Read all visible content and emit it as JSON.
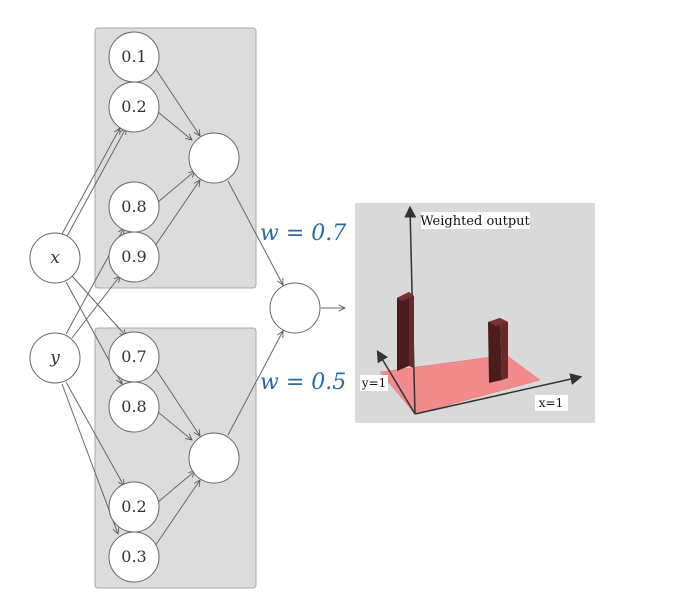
{
  "inputs": {
    "x": "x",
    "y": "y"
  },
  "top_group": {
    "x_nodes": [
      "0.1",
      "0.2"
    ],
    "y_nodes": [
      "0.8",
      "0.9"
    ]
  },
  "bottom_group": {
    "x_nodes": [
      "0.7",
      "0.8"
    ],
    "y_nodes": [
      "0.2",
      "0.3"
    ]
  },
  "weights": {
    "top": "w = 0.7",
    "bottom": "w = 0.5"
  },
  "plot": {
    "title": "Weighted output",
    "x_axis_label": "x=1",
    "y_axis_label": "y=1",
    "surface_color": "#f28b8b",
    "bar_color": "#5a2323"
  },
  "colors": {
    "group_bg": "#dcdcdc",
    "panel_bg": "#d9d9d9",
    "weight_text": "#2a6aa4"
  }
}
